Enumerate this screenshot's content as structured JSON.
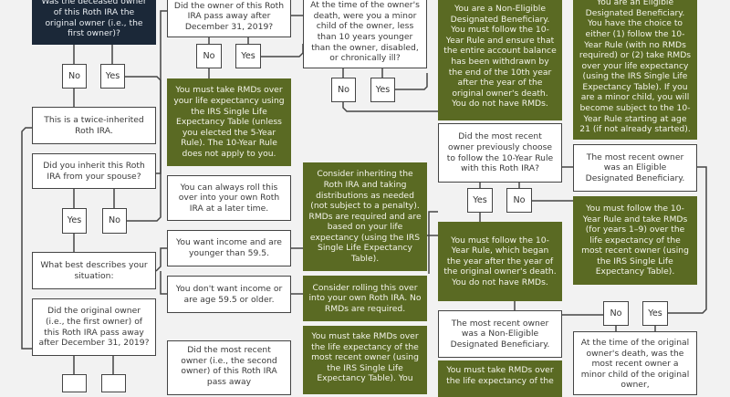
{
  "col1": {
    "q_original_owner": "Was the deceased owner of this Roth IRA the original owner (i.e., the first owner)?",
    "no": "No",
    "yes": "Yes",
    "twice_inherited": "This is a twice-inherited Roth IRA.",
    "q_spouse": "Did you inherit this Roth IRA from your spouse?",
    "yes2": "Yes",
    "no2": "No",
    "q_situation": "What best describes your situation:",
    "q_original_after_2019": "Did the original owner (i.e., the first owner) of this Roth IRA pass away after December 31, 2019?"
  },
  "col2": {
    "q_owner_after_2019": "Did the owner of this Roth IRA pass away after December 31, 2019?",
    "no": "No",
    "yes": "Yes",
    "rmd_life_expectancy": "You must take RMDs over your life expectancy using the IRS Single Life Expectancy Table (unless you elected the 5-Year Rule). The 10-Year Rule does not apply to you.",
    "roll_over_later": "You can always roll this over into your own Roth IRA at a later time.",
    "want_income": "You want income and are younger than 59.5.",
    "no_income": "You don't want income or are age 59.5 or older.",
    "q_recent_owner_after": "Did the most recent owner (i.e., the second owner) of this Roth IRA pass away"
  },
  "col3": {
    "q_minor_child": "At the time of the owner's death, were you a minor child of the owner, less than 10 years younger than the owner, disabled, or chronically ill?",
    "no": "No",
    "yes": "Yes",
    "consider_inheriting": "Consider inheriting the Roth IRA and taking distributions as needed (not subject to a penalty). RMDs are required and are based on your life expectancy (using the IRS Single Life Expectancy Table).",
    "consider_rolling": "Consider rolling this over into your own Roth IRA. No RMDs are required.",
    "rmd_recent_owner": "You must take RMDs over the life expectancy of the most recent owner (using the IRS Single Life Expectancy Table). You"
  },
  "col4": {
    "non_eligible": "You are a Non-Eligible Designated Beneficiary. You must follow the 10-Year Rule and ensure that the entire account balance has been withdrawn by the end of the 10th year after the year of the original owner's death. You do not have RMDs.",
    "q_previous_10yr": "Did the most recent owner previously choose to follow the 10-Year Rule with this Roth IRA?",
    "yes": "Yes",
    "no": "No",
    "follow_10yr_began": "You must follow the 10-Year Rule, which began the year after the year of the original owner's death. You do not have RMDs.",
    "recent_non_eligible": "The most recent owner was a Non-Eligible Designated Beneficiary.",
    "rmd_recent_owner2": "You must take RMDs over the life expectancy of the"
  },
  "col5": {
    "eligible": "You are an Eligible Designated Beneficiary. You have the choice to either (1) follow the 10-Year Rule (with no RMDs required) or (2) take RMDs over your life expectancy (using the IRS Single Life Expectancy Table). If you are a minor child, you will become subject to the 10-Year Rule starting at age 21 (if not already started).",
    "recent_eligible": "The most recent owner was an Eligible Designated Beneficiary.",
    "follow_10yr_take_rmds": "You must follow the 10-Year Rule and take RMDs (for years 1–9) over the life expectancy of the most recent owner (using the IRS Single Life Expectancy Table).",
    "no": "No",
    "yes": "Yes",
    "q_recent_minor": "At the time of the original owner's death, was the most recent owner a minor child of the original owner,"
  },
  "colors": {
    "green": "#5a6a23",
    "navy": "#1b2838",
    "background": "#f2f2f2"
  }
}
